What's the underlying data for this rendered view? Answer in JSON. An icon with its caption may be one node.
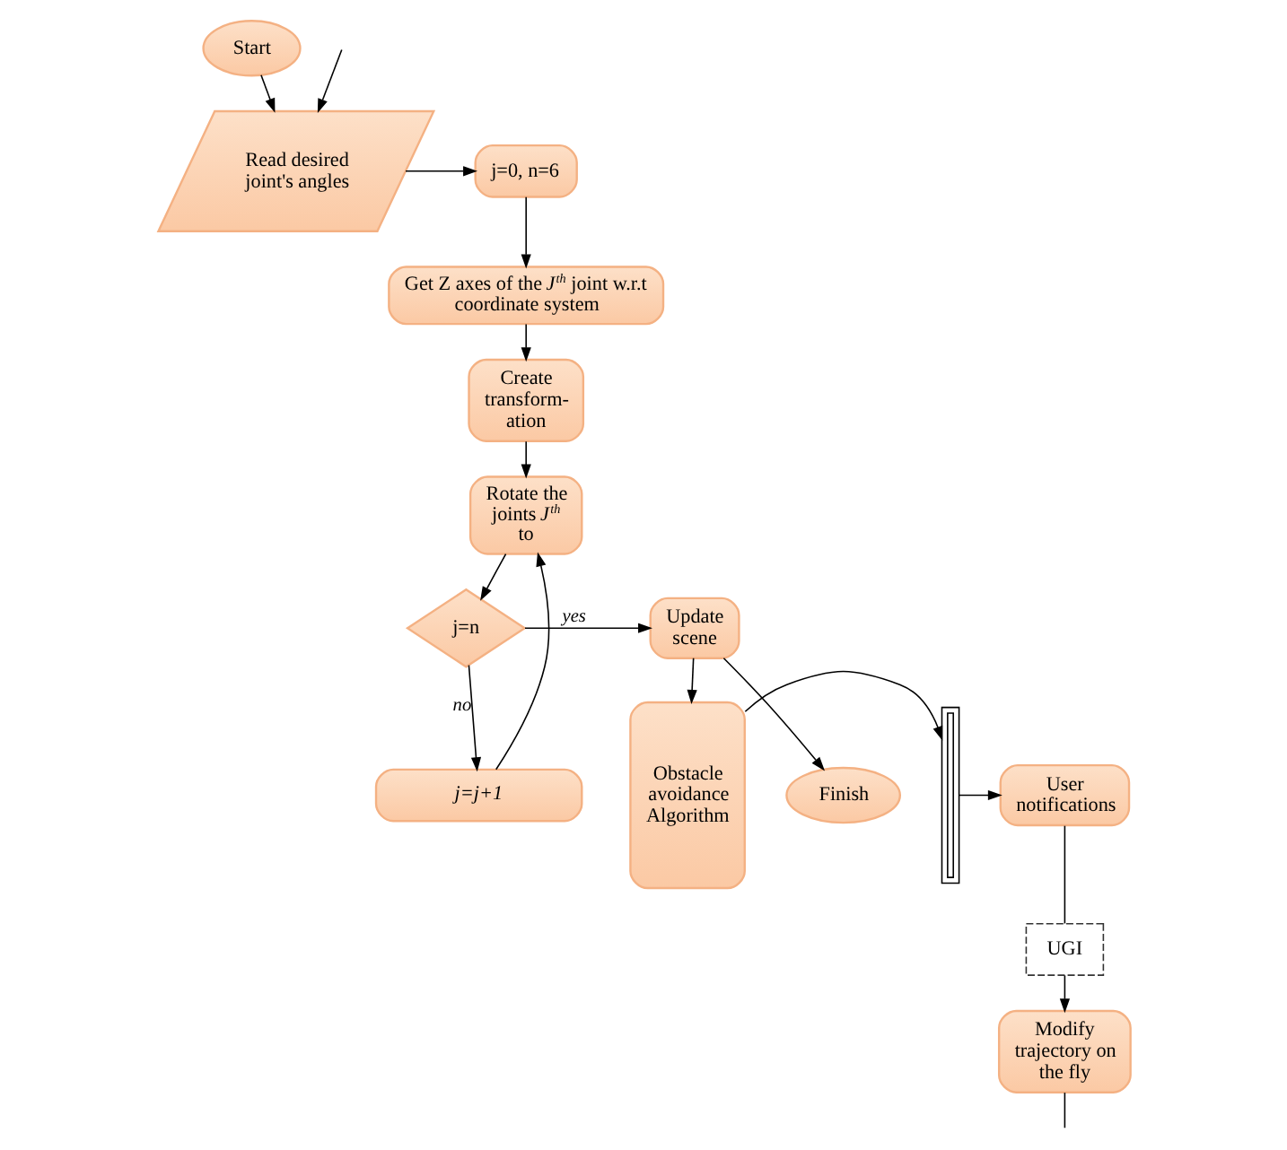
{
  "diagram": {
    "nodes": [
      {
        "text": [
          "Start"
        ]
      },
      {
        "text": [
          "Read desired joint's angles"
        ]
      },
      {
        "text": [
          "j=0, n=6"
        ]
      },
      {
        "text": [
          "Get Z axes of the *J*$^{th}$ joint w.r.t coordinate system"
        ]
      },
      {
        "text": [
          "Create transform- ation"
        ]
      },
      {
        "text": [
          "Rotate the joints *J*$^{th}$ to"
        ]
      },
      {
        "text": [
          "j=n"
        ]
      },
      {
        "text": [
          "Update scene"
        ]
      },
      {
        "text": [
          "j=j+1"
        ]
      },
      {
        "text": [
          "Finish"
        ]
      },
      {
        "text": [
          "Obstacle avoidance Algorithm"
        ]
      },
      {
        "text": [],
        "shape": "bar"
      },
      {
        "text": [
          "User notifications"
        ]
      },
      {
        "text": [
          "UGI"
        ]
      },
      {
        "text": [
          "Modify trajectory on the fly"
        ]
      }
    ],
    "edges": [
      {
        "from": 0,
        "to": 1,
        "arrow": "to"
      },
      {
        "from": 1,
        "to": 2,
        "arrow": "to"
      },
      {
        "from": 2,
        "to": 3,
        "arrow": "to"
      },
      {
        "from": 3,
        "to": 4,
        "arrow": "to"
      },
      {
        "from": 4,
        "to": 5,
        "arrow": "to"
      },
      {
        "from": 5,
        "to": 6,
        "arrow": "to"
      },
      {
        "from": 6,
        "to": 7,
        "arrow": "to",
        "label": "yes"
      },
      {
        "from": 6,
        "to": 8,
        "arrow": "to",
        "label": "no"
      },
      {
        "from": 8,
        "to": 5,
        "arrow": "to"
      },
      {
        "from": 7,
        "to": 9,
        "arrow": "to"
      },
      {
        "from": 7,
        "to": 10,
        "arrow": "to"
      },
      {
        "from": 10,
        "to": 11,
        "arrow": "to"
      },
      {
        "from": 11,
        "to": 12,
        "arrow": "to"
      },
      {
        "from": 12,
        "to": 13,
        "arrow": "none"
      },
      {
        "from": 13,
        "to": 14,
        "arrow": "to"
      },
      {
        "from": 14,
        "to": null,
        "arrow": "none"
      },
      {
        "from": null,
        "to": 1,
        "arrow": "to"
      }
    ]
  }
}
